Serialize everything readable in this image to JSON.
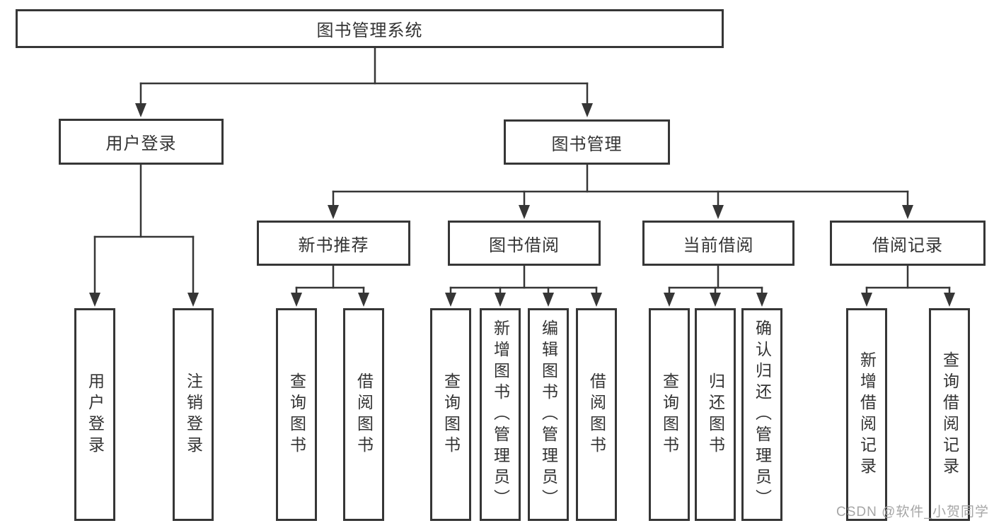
{
  "diagram": {
    "colors": {
      "line": "#363636",
      "text": "#333333",
      "watermark": "#a6a6a6",
      "background": "#ffffff"
    },
    "root": {
      "label": "图书管理系统"
    },
    "level1": [
      {
        "label": "用户登录"
      },
      {
        "label": "图书管理"
      }
    ],
    "level2": [
      {
        "label": "新书推荐"
      },
      {
        "label": "图书借阅"
      },
      {
        "label": "当前借阅"
      },
      {
        "label": "借阅记录"
      }
    ],
    "leaves": {
      "user_login": [
        "用户登录",
        "注销登录"
      ],
      "new_books": [
        "查询图书",
        "借阅图书"
      ],
      "book_borrow": [
        "查询图书",
        "新增图书（管理员）",
        "编辑图书（管理员）",
        "借阅图书"
      ],
      "current_borrow": [
        "查询图书",
        "归还图书",
        "确认归还（管理员）"
      ],
      "borrow_records": [
        "新增借阅记录",
        "查询借阅记录"
      ]
    },
    "watermark": "CSDN @软件_小贺同学"
  }
}
